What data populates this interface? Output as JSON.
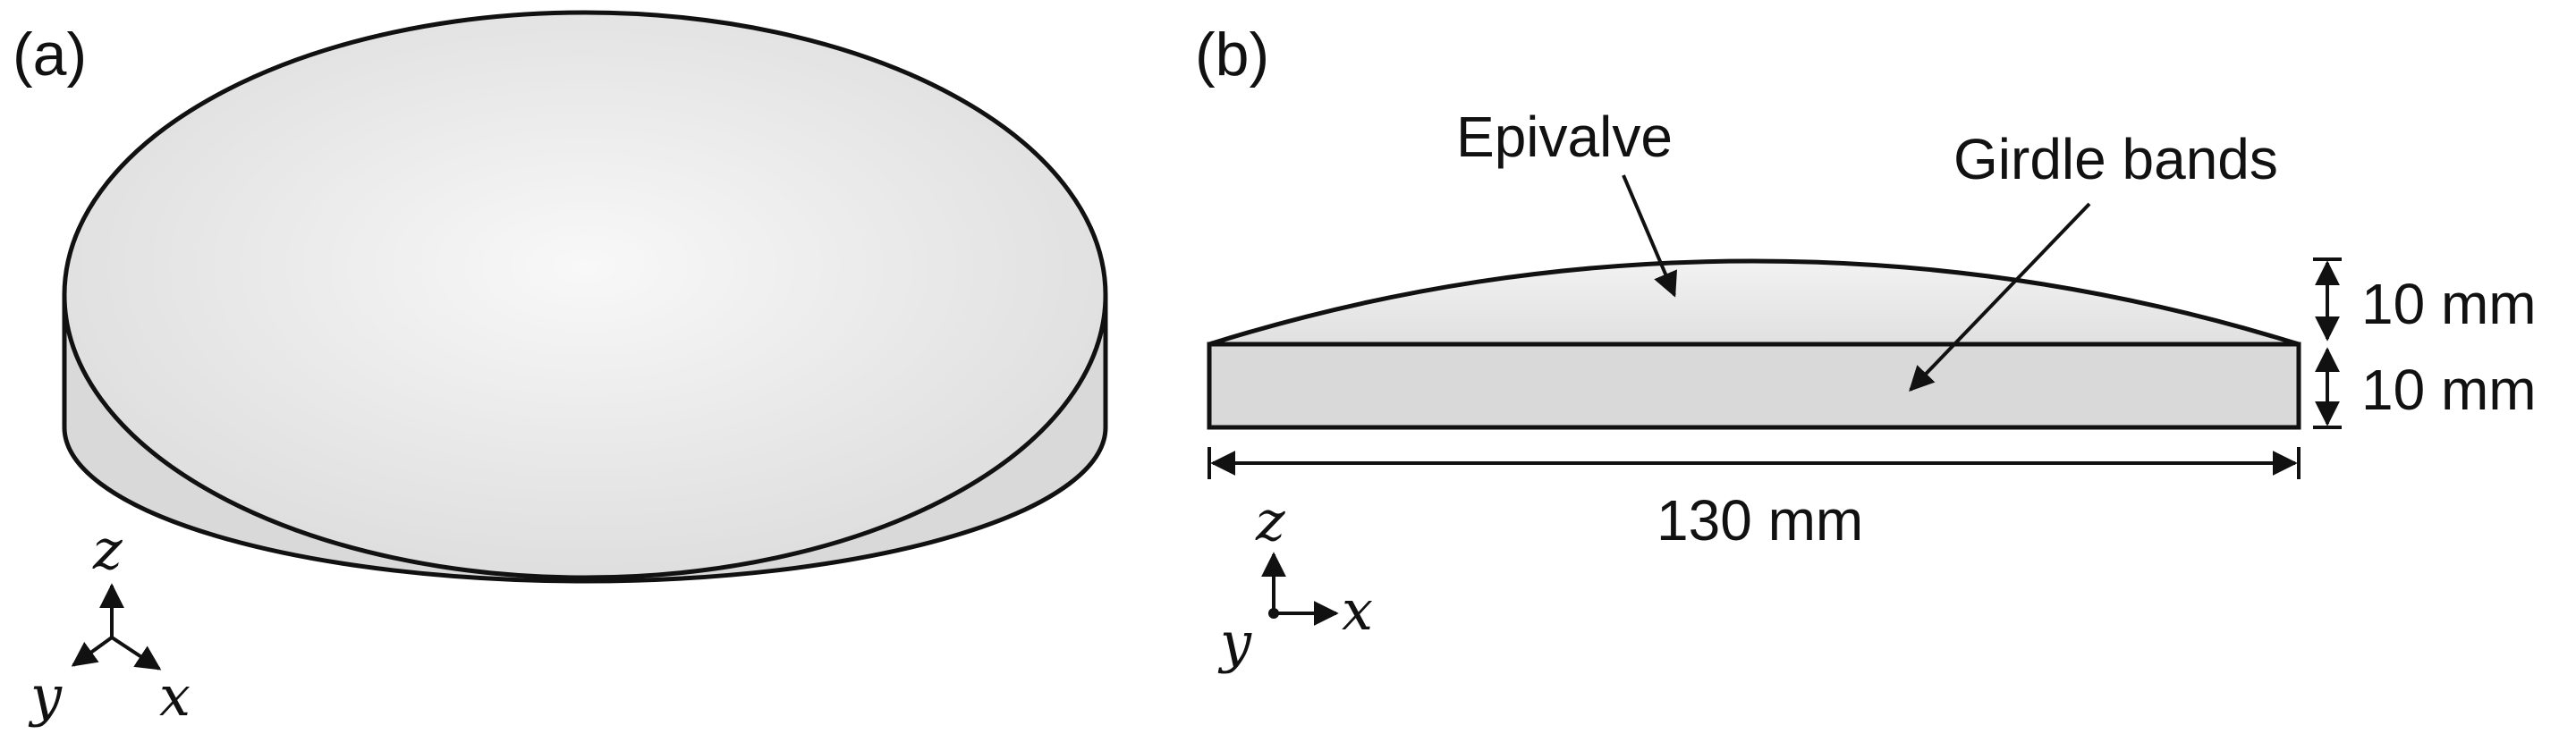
{
  "panels": {
    "a": {
      "label": "(a)"
    },
    "b": {
      "label": "(b)"
    }
  },
  "callouts": {
    "epivalve": "Epivalve",
    "girdle": "Girdle bands"
  },
  "dimensions": {
    "top_height": "10 mm",
    "bottom_height": "10 mm",
    "width": "130 mm"
  },
  "axes": {
    "a": {
      "z": "z",
      "y": "y",
      "x": "x"
    },
    "b": {
      "z": "z",
      "y": "y",
      "x": "x"
    }
  },
  "colors": {
    "outline": "#111111",
    "side_fill": "#d9d9d9",
    "top_highlight": "#f8f8f8",
    "top_shade": "#dcdcdc"
  }
}
